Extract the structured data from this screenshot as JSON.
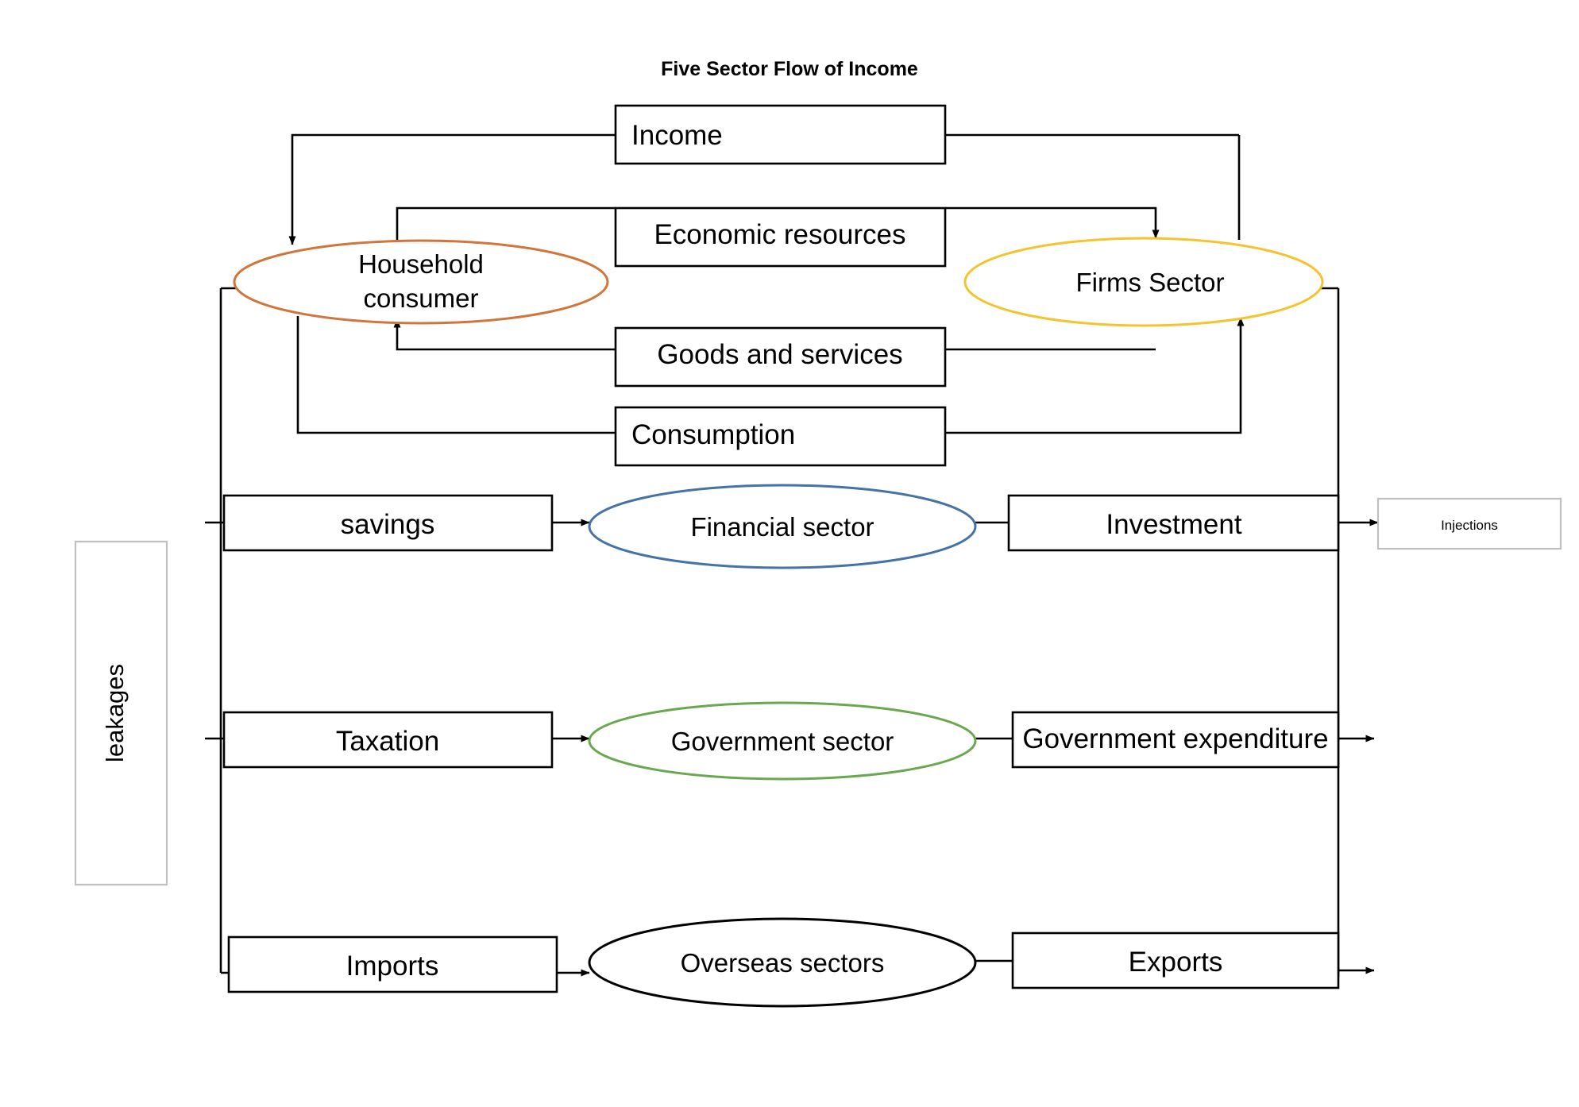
{
  "title": "Five Sector Flow of Income",
  "boxes": {
    "income": "Income",
    "economic_resources": "Economic resources",
    "goods_and_services": "Goods and services",
    "consumption": "Consumption",
    "savings": "savings",
    "investment": "Investment",
    "taxation": "Taxation",
    "government_expenditure": "Government expenditure",
    "imports": "Imports",
    "exports": "Exports",
    "injections": "Injections",
    "leakages": "leakages"
  },
  "sectors": {
    "household": {
      "line1": "Household",
      "line2": "consumer",
      "color": "#D0763C"
    },
    "firms": {
      "label": "Firms Sector",
      "color": "#F5C330"
    },
    "financial": {
      "label": "Financial sector",
      "color": "#4572A7"
    },
    "government": {
      "label": "Government sector",
      "color": "#6AA84F"
    },
    "overseas": {
      "label": "Overseas sectors",
      "color": "#000000"
    }
  },
  "colors": {
    "connector": "#000000",
    "soft_border": "#bfbfbf",
    "background": "#ffffff"
  },
  "chart_data": {
    "type": "diagram",
    "title": "Five Sector Flow of Income",
    "nodes": [
      {
        "id": "household",
        "label": "Household consumer",
        "shape": "ellipse",
        "color": "#D0763C"
      },
      {
        "id": "firms",
        "label": "Firms Sector",
        "shape": "ellipse",
        "color": "#F5C330"
      },
      {
        "id": "financial",
        "label": "Financial sector",
        "shape": "ellipse",
        "color": "#4572A7"
      },
      {
        "id": "government",
        "label": "Government sector",
        "shape": "ellipse",
        "color": "#6AA84F"
      },
      {
        "id": "overseas",
        "label": "Overseas sectors",
        "shape": "ellipse",
        "color": "#000000"
      },
      {
        "id": "income",
        "label": "Income",
        "shape": "rect"
      },
      {
        "id": "economic_resources",
        "label": "Economic resources",
        "shape": "rect"
      },
      {
        "id": "goods_and_services",
        "label": "Goods and services",
        "shape": "rect"
      },
      {
        "id": "consumption",
        "label": "Consumption",
        "shape": "rect"
      },
      {
        "id": "savings",
        "label": "savings",
        "shape": "rect"
      },
      {
        "id": "investment",
        "label": "Investment",
        "shape": "rect"
      },
      {
        "id": "taxation",
        "label": "Taxation",
        "shape": "rect"
      },
      {
        "id": "government_expenditure",
        "label": "Government expenditure",
        "shape": "rect"
      },
      {
        "id": "imports",
        "label": "Imports",
        "shape": "rect"
      },
      {
        "id": "exports",
        "label": "Exports",
        "shape": "rect"
      },
      {
        "id": "injections",
        "label": "Injections",
        "shape": "rect"
      },
      {
        "id": "leakages",
        "label": "leakages",
        "shape": "rect"
      }
    ],
    "edges": [
      {
        "from": "firms",
        "via": "income",
        "to": "household",
        "label": "Income"
      },
      {
        "from": "household",
        "via": "economic_resources",
        "to": "firms",
        "label": "Economic resources"
      },
      {
        "from": "firms",
        "via": "goods_and_services",
        "to": "household",
        "label": "Goods and services"
      },
      {
        "from": "household",
        "via": "consumption",
        "to": "firms",
        "label": "Consumption"
      },
      {
        "from": "household",
        "via": "savings",
        "to": "financial",
        "label": "savings"
      },
      {
        "from": "financial",
        "via": "investment",
        "to": "firms",
        "label": "Investment"
      },
      {
        "from": "household",
        "via": "taxation",
        "to": "government",
        "label": "Taxation"
      },
      {
        "from": "government",
        "via": "government_expenditure",
        "to": "firms",
        "label": "Government expenditure"
      },
      {
        "from": "household",
        "via": "imports",
        "to": "overseas",
        "label": "Imports"
      },
      {
        "from": "overseas",
        "via": "exports",
        "to": "firms",
        "label": "Exports"
      }
    ],
    "groups": [
      {
        "id": "leakages",
        "label": "leakages",
        "members": [
          "savings",
          "taxation",
          "imports"
        ]
      },
      {
        "id": "injections",
        "label": "Injections",
        "members": [
          "investment",
          "government_expenditure",
          "exports"
        ]
      }
    ]
  }
}
